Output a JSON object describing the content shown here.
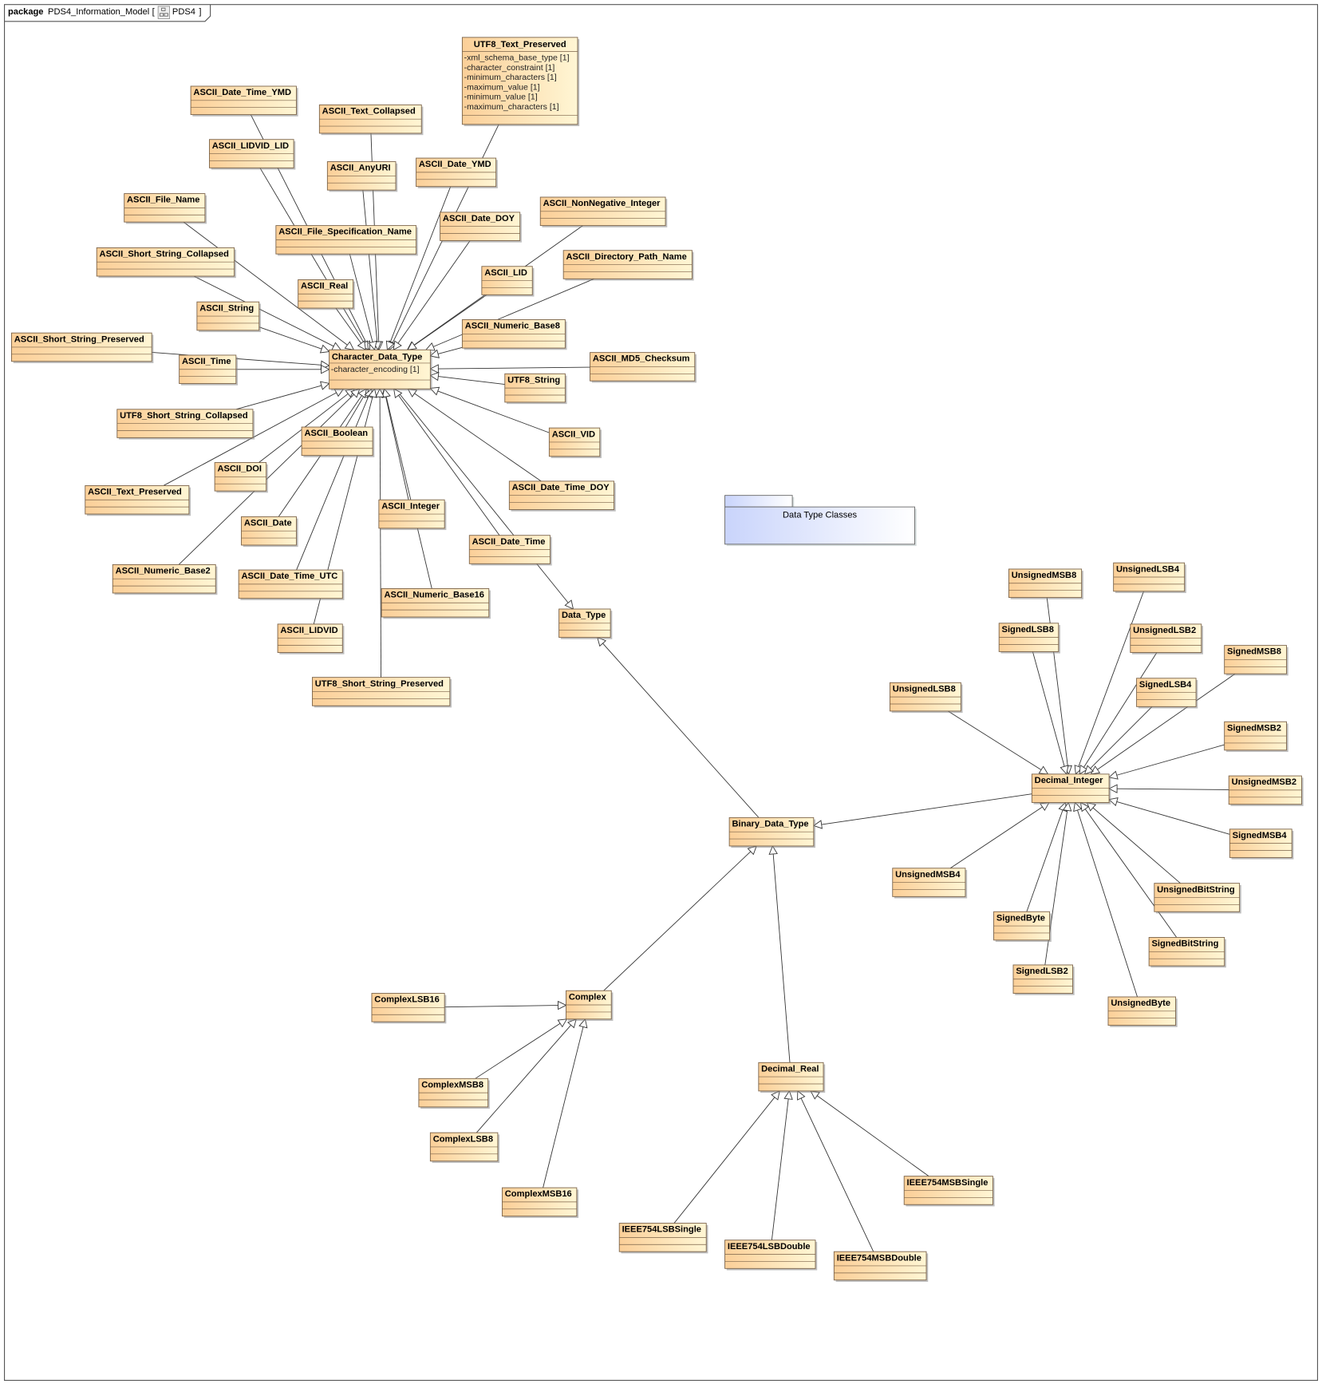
{
  "frame": {
    "keyword": "package",
    "name": "PDS4_Information_Model",
    "bracket_open": "[",
    "diagram_icon": "class-diagram-icon",
    "diagram_name": "PDS4",
    "bracket_close": "]"
  },
  "package_box": {
    "label": "Data Type Classes"
  },
  "colors": {
    "class_fill_start": "#fbcf98",
    "class_fill_end": "#fff6d4",
    "package_fill_start": "#c9d4fb",
    "package_fill_end": "#ffffff"
  },
  "classes": [
    {
      "name": "UTF8_Text_Preserved",
      "parent": "Character_Data_Type",
      "attributes": [
        "-xml_schema_base_type [1]",
        "-character_constraint [1]",
        "-minimum_characters [1]",
        "-maximum_value [1]",
        "-minimum_value [1]",
        "-maximum_characters [1]"
      ]
    },
    {
      "name": "ASCII_Date_Time_YMD",
      "parent": "Character_Data_Type"
    },
    {
      "name": "ASCII_Text_Collapsed",
      "parent": "Character_Data_Type"
    },
    {
      "name": "ASCII_LIDVID_LID",
      "parent": "Character_Data_Type"
    },
    {
      "name": "ASCII_AnyURI",
      "parent": "Character_Data_Type"
    },
    {
      "name": "ASCII_Date_YMD",
      "parent": "Character_Data_Type"
    },
    {
      "name": "ASCII_File_Name",
      "parent": "Character_Data_Type"
    },
    {
      "name": "ASCII_NonNegative_Integer",
      "parent": "Character_Data_Type"
    },
    {
      "name": "ASCII_Date_DOY",
      "parent": "Character_Data_Type"
    },
    {
      "name": "ASCII_File_Specification_Name",
      "parent": "Character_Data_Type"
    },
    {
      "name": "ASCII_Short_String_Collapsed",
      "parent": "Character_Data_Type"
    },
    {
      "name": "ASCII_Directory_Path_Name",
      "parent": "Character_Data_Type"
    },
    {
      "name": "ASCII_LID",
      "parent": "Character_Data_Type"
    },
    {
      "name": "ASCII_Real",
      "parent": "Character_Data_Type"
    },
    {
      "name": "ASCII_String",
      "parent": "Character_Data_Type"
    },
    {
      "name": "ASCII_Numeric_Base8",
      "parent": "Character_Data_Type"
    },
    {
      "name": "ASCII_Short_String_Preserved",
      "parent": "Character_Data_Type"
    },
    {
      "name": "ASCII_Time",
      "parent": "Character_Data_Type"
    },
    {
      "name": "Character_Data_Type",
      "parent": "Data_Type",
      "attributes": [
        "-character_encoding [1]"
      ]
    },
    {
      "name": "ASCII_MD5_Checksum",
      "parent": "Character_Data_Type"
    },
    {
      "name": "UTF8_String",
      "parent": "Character_Data_Type"
    },
    {
      "name": "UTF8_Short_String_Collapsed",
      "parent": "Character_Data_Type"
    },
    {
      "name": "ASCII_Boolean",
      "parent": "Character_Data_Type"
    },
    {
      "name": "ASCII_VID",
      "parent": "Character_Data_Type"
    },
    {
      "name": "ASCII_DOI",
      "parent": "Character_Data_Type"
    },
    {
      "name": "ASCII_Text_Preserved",
      "parent": "Character_Data_Type"
    },
    {
      "name": "ASCII_Date_Time_DOY",
      "parent": "Character_Data_Type"
    },
    {
      "name": "ASCII_Date",
      "parent": "Character_Data_Type"
    },
    {
      "name": "ASCII_Integer",
      "parent": "Character_Data_Type"
    },
    {
      "name": "ASCII_Date_Time",
      "parent": "Character_Data_Type"
    },
    {
      "name": "ASCII_Numeric_Base2",
      "parent": "Character_Data_Type"
    },
    {
      "name": "ASCII_Date_Time_UTC",
      "parent": "Character_Data_Type"
    },
    {
      "name": "ASCII_Numeric_Base16",
      "parent": "Character_Data_Type"
    },
    {
      "name": "Data_Type"
    },
    {
      "name": "ASCII_LIDVID",
      "parent": "Character_Data_Type"
    },
    {
      "name": "UTF8_Short_String_Preserved",
      "parent": "Character_Data_Type"
    },
    {
      "name": "UnsignedMSB8",
      "parent": "Decimal_Integer"
    },
    {
      "name": "UnsignedLSB4",
      "parent": "Decimal_Integer"
    },
    {
      "name": "SignedLSB8",
      "parent": "Decimal_Integer"
    },
    {
      "name": "UnsignedLSB2",
      "parent": "Decimal_Integer"
    },
    {
      "name": "SignedMSB8",
      "parent": "Decimal_Integer"
    },
    {
      "name": "SignedLSB4",
      "parent": "Decimal_Integer"
    },
    {
      "name": "UnsignedLSB8",
      "parent": "Decimal_Integer"
    },
    {
      "name": "SignedMSB2",
      "parent": "Decimal_Integer"
    },
    {
      "name": "Decimal_Integer",
      "parent": "Binary_Data_Type"
    },
    {
      "name": "UnsignedMSB2",
      "parent": "Decimal_Integer"
    },
    {
      "name": "Binary_Data_Type",
      "parent": "Data_Type"
    },
    {
      "name": "SignedMSB4",
      "parent": "Decimal_Integer"
    },
    {
      "name": "UnsignedMSB4",
      "parent": "Decimal_Integer"
    },
    {
      "name": "UnsignedBitString",
      "parent": "Decimal_Integer"
    },
    {
      "name": "SignedByte",
      "parent": "Decimal_Integer"
    },
    {
      "name": "SignedBitString",
      "parent": "Decimal_Integer"
    },
    {
      "name": "SignedLSB2",
      "parent": "Decimal_Integer"
    },
    {
      "name": "UnsignedByte",
      "parent": "Decimal_Integer"
    },
    {
      "name": "ComplexLSB16",
      "parent": "Complex"
    },
    {
      "name": "Complex",
      "parent": "Binary_Data_Type"
    },
    {
      "name": "Decimal_Real",
      "parent": "Binary_Data_Type"
    },
    {
      "name": "ComplexMSB8",
      "parent": "Complex"
    },
    {
      "name": "ComplexLSB8",
      "parent": "Complex"
    },
    {
      "name": "ComplexMSB16",
      "parent": "Complex"
    },
    {
      "name": "IEEE754MSBSingle",
      "parent": "Decimal_Real"
    },
    {
      "name": "IEEE754LSBSingle",
      "parent": "Decimal_Real"
    },
    {
      "name": "IEEE754LSBDouble",
      "parent": "Decimal_Real"
    },
    {
      "name": "IEEE754MSBDouble",
      "parent": "Decimal_Real"
    }
  ]
}
